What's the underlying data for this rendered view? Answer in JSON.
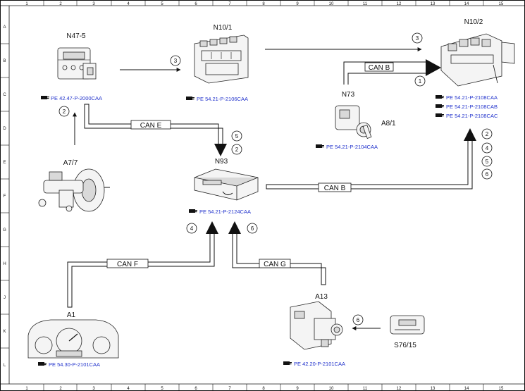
{
  "grid": {
    "columns": [
      "1",
      "2",
      "3",
      "4",
      "5",
      "6",
      "7",
      "8",
      "9",
      "10",
      "11",
      "12",
      "13",
      "14",
      "15"
    ],
    "rows": [
      "A",
      "B",
      "C",
      "D",
      "E",
      "F",
      "G",
      "H",
      "J",
      "K",
      "L"
    ]
  },
  "components": {
    "n47_5": {
      "label": "N47-5",
      "ref": "PE 42.47-P-2000CAA"
    },
    "n10_1": {
      "label": "N10/1",
      "ref": "PE 54.21-P-2106CAA"
    },
    "n10_2": {
      "label": "N10/2",
      "refs": [
        "PE 54.21-P-2108CAA",
        "PE 54.21-P-2108CAB",
        "PE 54.21-P-2108CAC"
      ]
    },
    "n73": {
      "label": "N73",
      "ref": "PE 54.21-P-2104CAA"
    },
    "a8_1": {
      "label": "A8/1"
    },
    "a7_7": {
      "label": "A7/7"
    },
    "n93": {
      "label": "N93",
      "ref": "PE 54.21-P-2124CAA"
    },
    "a1": {
      "label": "A1",
      "ref": "PE 54.30-P-2101CAA"
    },
    "a13": {
      "label": "A13",
      "ref": "PE 42.20-P-2101CAA"
    },
    "s76_15": {
      "label": "S76/15"
    }
  },
  "buses": {
    "can_b_top": "CAN B",
    "can_e": "CAN E",
    "can_b_mid": "CAN B",
    "can_f": "CAN F",
    "can_g": "CAN G"
  },
  "markers": {
    "m_n471_to_n101": "3",
    "m_n101_to_n102": "3",
    "m_canb_top": "1",
    "m_a77_up": "2",
    "m_cane_5": "5",
    "m_cane_2": "2",
    "m_n102_2": "2",
    "m_n102_4": "4",
    "m_n102_5": "5",
    "m_n102_6": "6",
    "m_canf": "4",
    "m_cang": "6",
    "m_s76": "6"
  },
  "colors": {
    "line": "#111111",
    "reference_text": "#2233cc"
  }
}
